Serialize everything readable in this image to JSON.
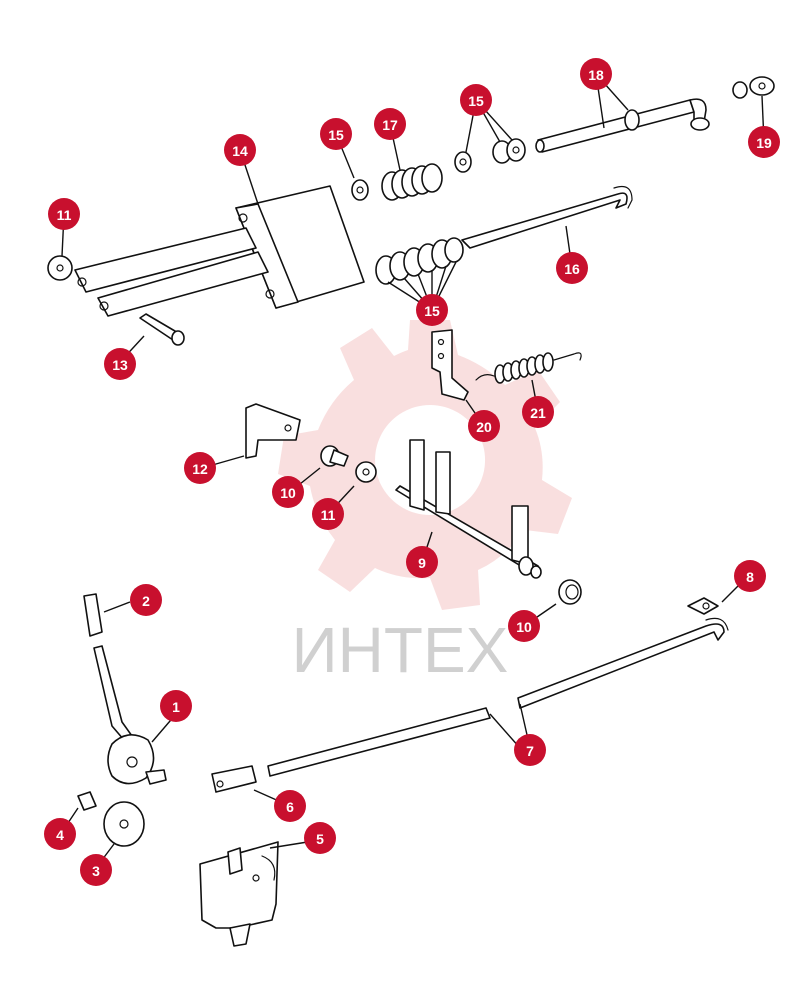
{
  "watermark": {
    "text": "ИНТЕХ"
  },
  "colors": {
    "callout": "#c8102e",
    "watermark_gear": "#f4c4c4",
    "watermark_text": "#d0d0d0"
  },
  "callouts": [
    "1",
    "2",
    "3",
    "4",
    "5",
    "6",
    "7",
    "8",
    "9",
    "10",
    "10",
    "11",
    "11",
    "12",
    "13",
    "14",
    "15",
    "15",
    "15",
    "16",
    "17",
    "18",
    "19",
    "20",
    "21"
  ]
}
